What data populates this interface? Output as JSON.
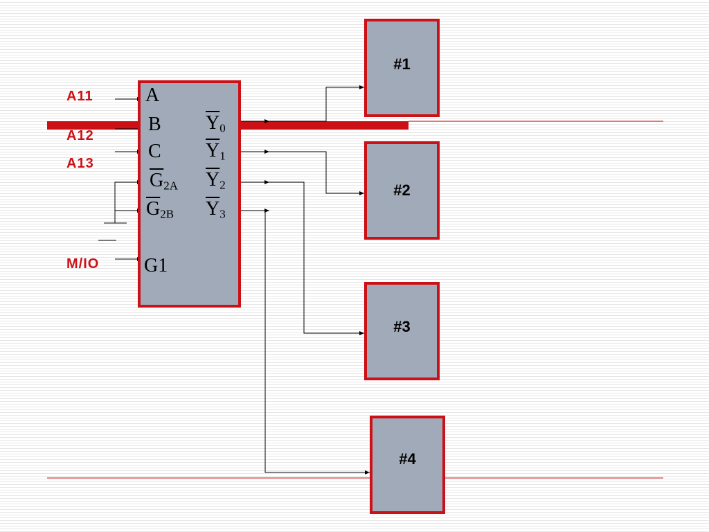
{
  "inputs": {
    "a11": "A11",
    "a12": "A12",
    "a13": "A13",
    "mio": "M/IO"
  },
  "decoder": {
    "pin_a": "A",
    "pin_b": "B",
    "pin_c": "C",
    "pin_g2a": "G",
    "pin_g2a_sub": "2A",
    "pin_g2b": "G",
    "pin_g2b_sub": "2B",
    "pin_g1": "G1",
    "y0": "Y",
    "y0_sub": "0",
    "y1": "Y",
    "y1_sub": "1",
    "y2": "Y",
    "y2_sub": "2",
    "y3": "Y",
    "y3_sub": "3"
  },
  "chips": {
    "chip1": "#1",
    "chip2": "#2",
    "chip3": "#3",
    "chip4": "#4"
  },
  "colors": {
    "accent": "#cc1016",
    "fill": "#a0aab9"
  }
}
